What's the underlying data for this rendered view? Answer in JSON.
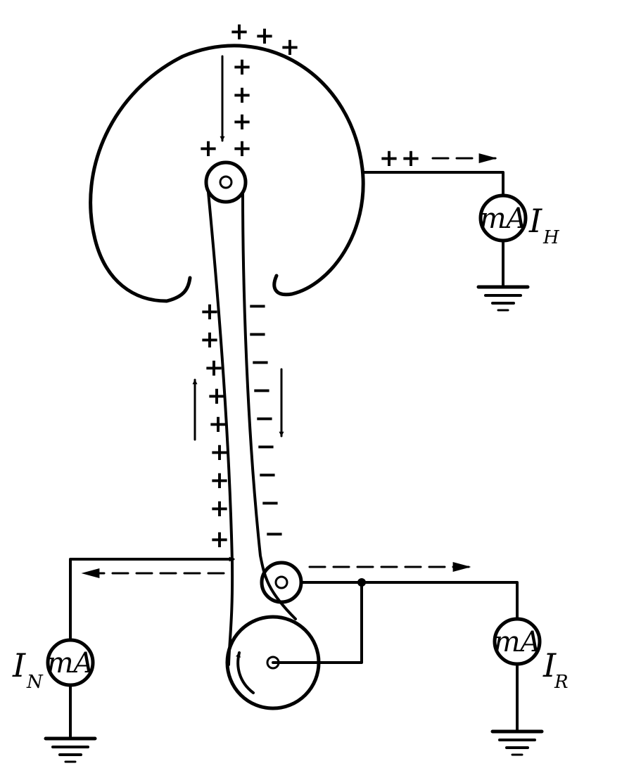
{
  "meters": {
    "top": {
      "label": "mA",
      "current": "I",
      "subscript": "H"
    },
    "left": {
      "label": "mA",
      "current": "I",
      "subscript": "N"
    },
    "right": {
      "label": "mA",
      "current": "I",
      "subscript": "R"
    }
  },
  "charges": {
    "plus": "+",
    "minus": "−"
  }
}
